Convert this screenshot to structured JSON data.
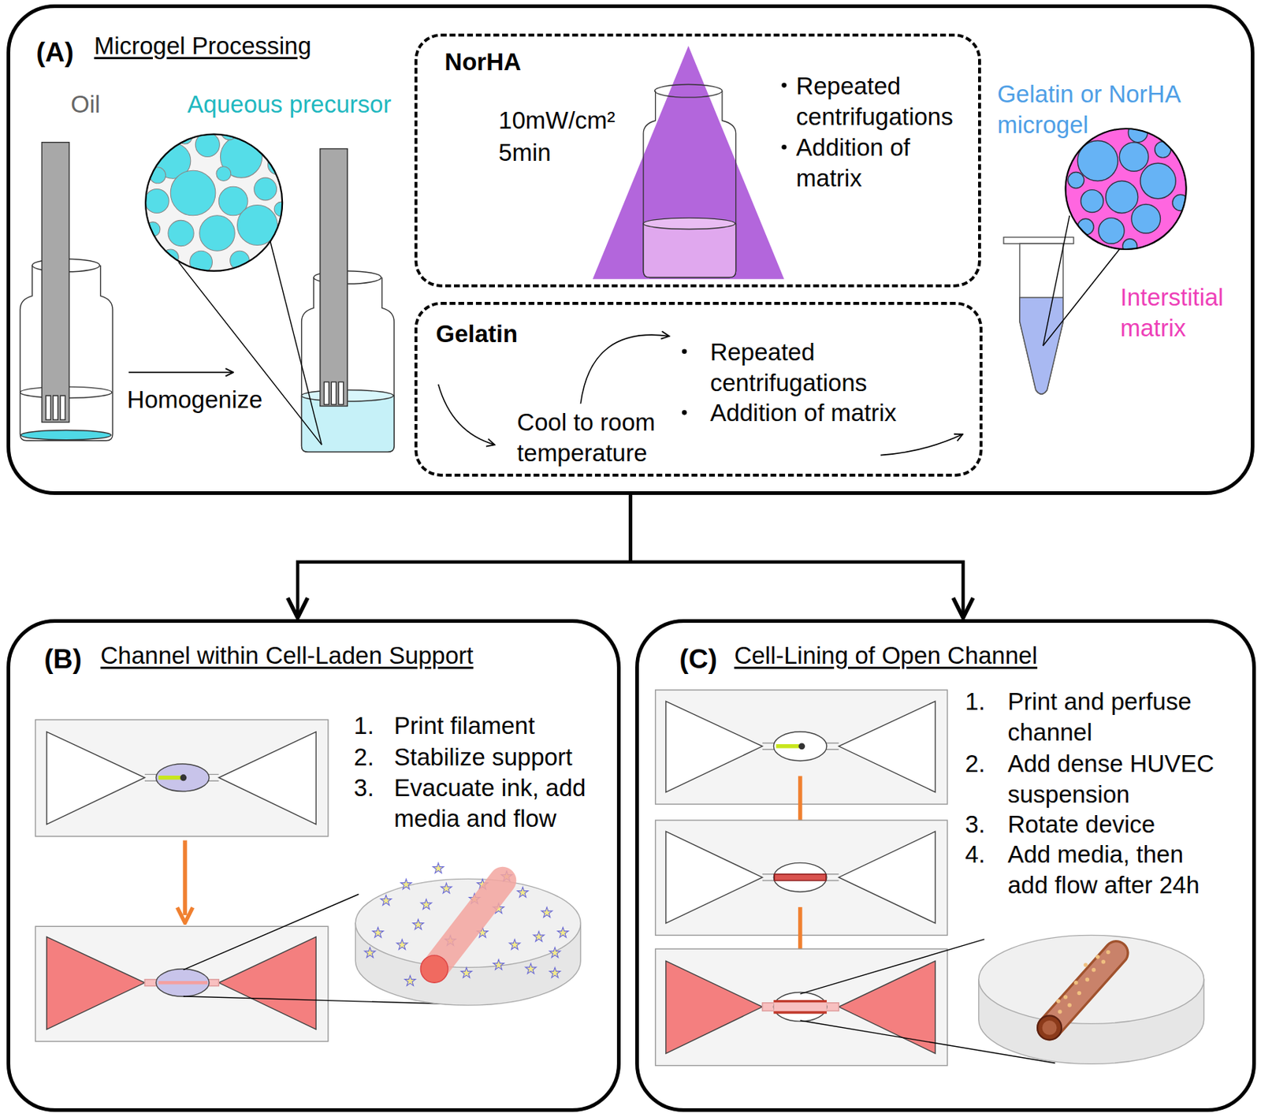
{
  "diagram": {
    "nodes": [
      {
        "text": [
          "(A)",
          "Microgel Processing"
        ]
      },
      {
        "text": [
          "NorHA",
          "10mW/cm²",
          "5min",
          "Repeated centrifugations",
          "Addition of matrix"
        ],
        "in": 0
      },
      {
        "text": [
          "Gelatin",
          "Cool to room temperature",
          "Repeated centrifugations",
          "Addition of matrix"
        ],
        "in": 0
      },
      {
        "text": [
          "(B)",
          "Channel within Cell-Laden Support",
          "1.",
          "Print filament",
          "2.",
          "Stabilize support",
          "3.",
          "Evacuate ink, add media and flow"
        ]
      },
      {
        "text": [
          "(C)",
          "Cell-Lining of Open Channel",
          "1.",
          "Print and perfuse channel",
          "2.",
          "Add dense HUVEC suspension",
          "3.",
          "Rotate device",
          "4.",
          "Add media, then add flow after 24h"
        ]
      }
    ],
    "edges": [
      {
        "from": 0,
        "to": 3,
        "arrow": "to"
      },
      {
        "from": 0,
        "to": 4,
        "arrow": "to"
      }
    ],
    "labels": [
      "Oil",
      "Aqueous precursor",
      "Homogenize",
      "Gelatin or NorHA microgel",
      "Interstitial matrix"
    ]
  }
}
